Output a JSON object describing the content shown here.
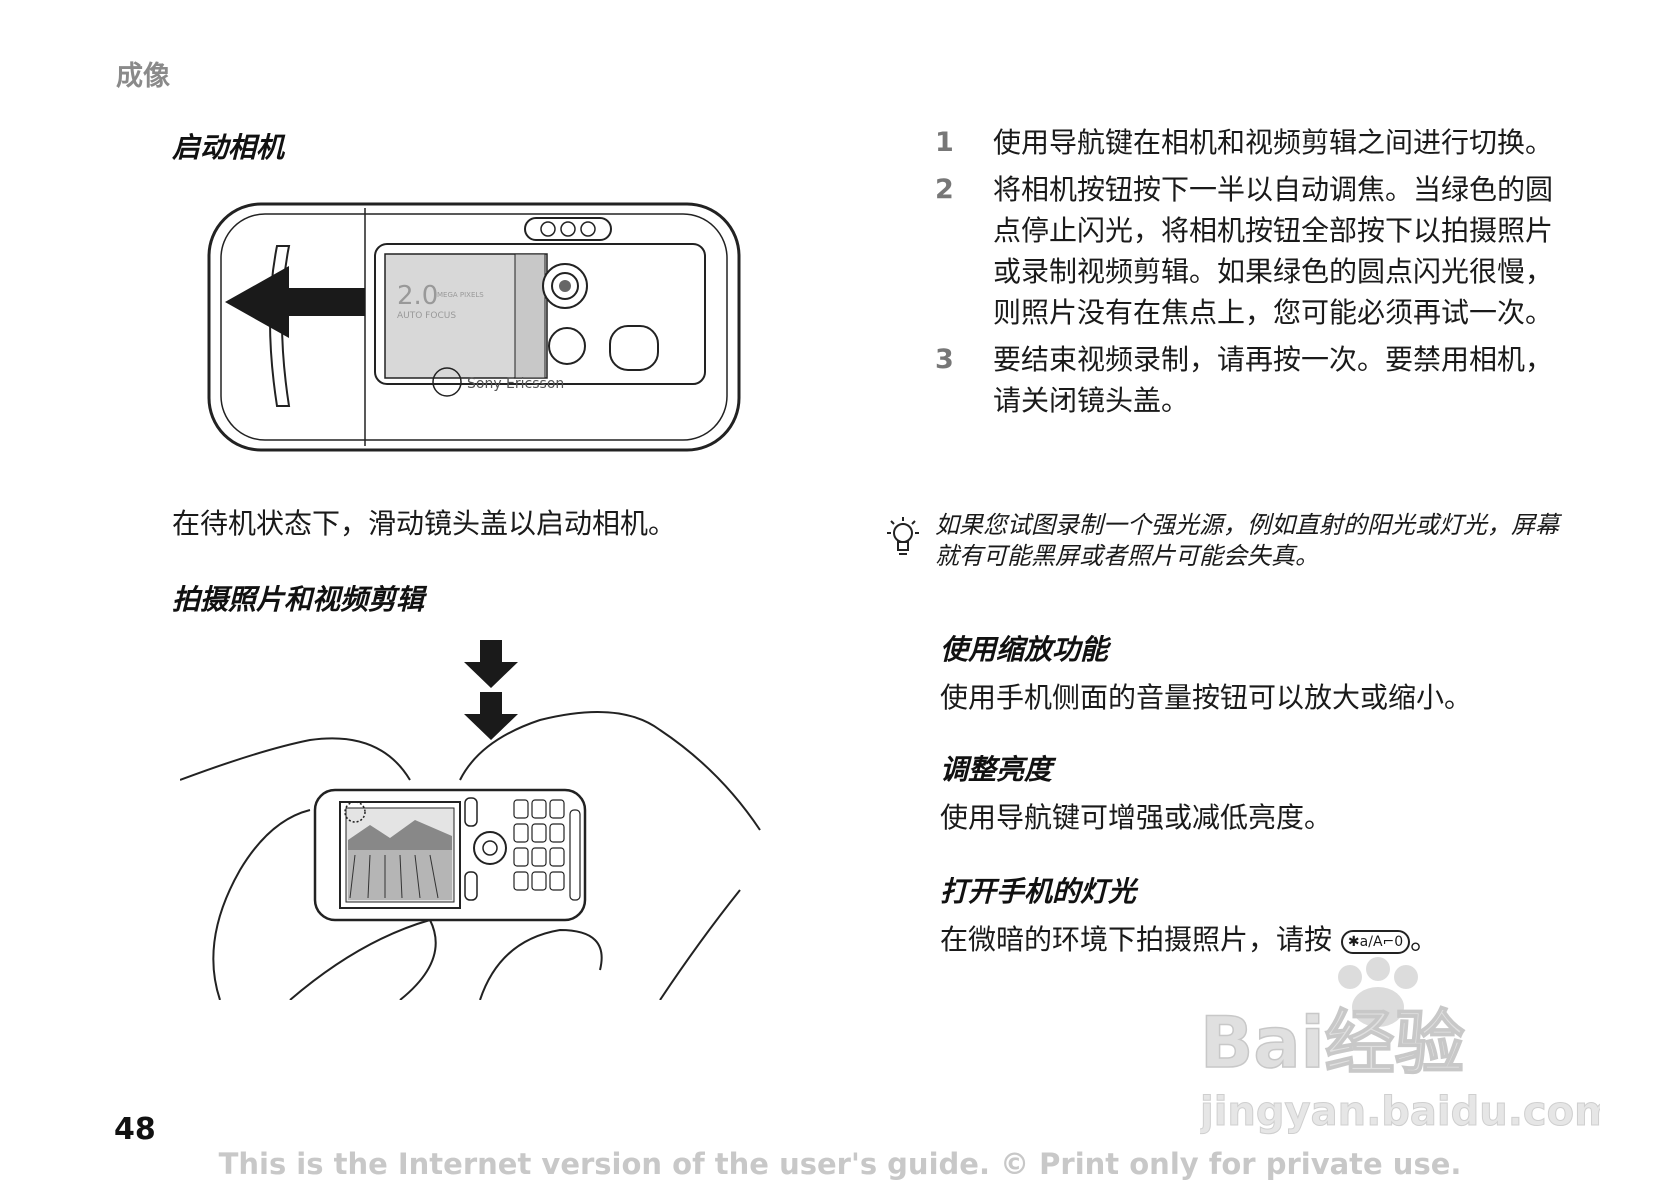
{
  "header": {
    "section_title": "成像"
  },
  "left": {
    "heading_start_camera": "启动相机",
    "start_camera_text": "在待机状态下，滑动镜头盖以启动相机。",
    "heading_take_photo": "拍摄照片和视频剪辑",
    "camera_badge_line1": "2.0",
    "camera_badge_line2": "MEGA PIXELS",
    "camera_badge_line3": "AUTO FOCUS",
    "brand": "Sony Ericsson"
  },
  "right": {
    "steps": [
      {
        "num": "1",
        "text": "使用导航键在相机和视频剪辑之间进行切换。"
      },
      {
        "num": "2",
        "text": "将相机按钮按下一半以自动调焦。当绿色的圆点停止闪光，将相机按钮全部按下以拍摄照片或录制视频剪辑。如果绿色的圆点闪光很慢，则照片没有在焦点上，您可能必须再试一次。"
      },
      {
        "num": "3",
        "text": "要结束视频录制，请再按一次。要禁用相机，请关闭镜头盖。"
      }
    ],
    "tip_text": "如果您试图录制一个强光源，例如直射的阳光或灯光，屏幕就有可能黑屏或者照片可能会失真。",
    "heading_zoom": "使用缩放功能",
    "zoom_text": "使用手机侧面的音量按钮可以放大或缩小。",
    "heading_brightness": "调整亮度",
    "brightness_text": "使用导航键可增强或减低亮度。",
    "heading_light": "打开手机的灯光",
    "light_text": "在微暗的环境下拍摄照片，请按",
    "light_key": "✱a/A⌐0",
    "light_text_end": "。"
  },
  "footer": {
    "page_number": "48",
    "notice": "This is the Internet version of the user's guide. © Print only for private use."
  },
  "watermark": {
    "logo_text": "Bai经验",
    "url": "jingyan.baidu.com"
  }
}
